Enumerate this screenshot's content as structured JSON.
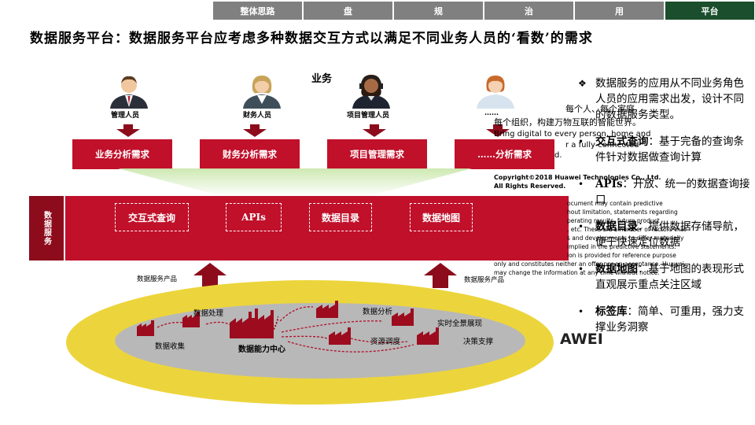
{
  "nav": {
    "tabs": [
      {
        "label": "整体思路",
        "active": false
      },
      {
        "label": "盘",
        "active": false
      },
      {
        "label": "规",
        "active": false
      },
      {
        "label": "治",
        "active": false
      },
      {
        "label": "用",
        "active": false
      },
      {
        "label": "平台",
        "active": true
      }
    ]
  },
  "title": "数据服务平台：数据服务平台应考虑多种数据交互方式以满足不同业务人员的‘看数’的需求",
  "business": {
    "title": "业务",
    "roles": [
      "管理人员",
      "财务人员",
      "项目管理人员",
      "……"
    ],
    "needs": [
      "业务分析需求",
      "财务分析需求",
      "项目管理需求",
      "……分析需求"
    ]
  },
  "service_layer": {
    "side_label": "数据服务",
    "services": [
      "交互式查询",
      "APIs",
      "数据目录",
      "数据地图"
    ],
    "product_label_left": "数据服务产品",
    "product_label_right": "数据服务产品"
  },
  "ecosystem": {
    "center": "数据能力中心",
    "nodes": [
      "数据处理",
      "数据收集",
      "数据分析",
      "实时全景展现",
      "资源调度",
      "决策支撑"
    ]
  },
  "overlay_text": {
    "line1": "每个人、每个家庭",
    "line2": "每个组织，构建万物互联的智能世界。",
    "line3": "Bring digital to every person, home and",
    "line4": "r a fully connected",
    "line5": "d.",
    "copyright1": "Copyright©2018 Huawei Technologies Co., Ltd.",
    "copyright2": "All Rights Reserved.",
    "disc1": "ocument may contain predictive",
    "disc2": "hout limitation, statements regarding",
    "disc3": "perating results, future product",
    "disc4": ", etc. There are a number of factors that",
    "disc5": "s and developments to differ materially",
    "disc6": "implied in the predictive statements.",
    "disc7": "ion is provided for reference purpose",
    "disc8": "only and constitutes neither an offer nor an acceptance. Huawei",
    "disc9": "may change the information at any time without notice.",
    "logo": "AWEI"
  },
  "bullets": [
    {
      "marker": "❖",
      "bold": "",
      "text": "数据服务的应用从不同业务角色人员的应用需求出发，设计不同的数据服务类型。"
    },
    {
      "marker": "•",
      "bold": "交互式查询",
      "text": "：基于完备的查询条件针对数据做查询计算"
    },
    {
      "marker": "•",
      "bold": "APIs",
      "text": "：开放、统一的数据查询接口"
    },
    {
      "marker": "•",
      "bold": "数据目录",
      "text": "：提供数据存储导航，便于快速定位数据"
    },
    {
      "marker": "•",
      "bold": "数据地图",
      "text": "：基于地图的表现形式直观展示重点关注区域"
    },
    {
      "marker": "•",
      "bold": "标签库",
      "text": "：简单、可重用，强力支撑业务洞察"
    }
  ],
  "colors": {
    "accent_red": "#c0102a",
    "dark_red": "#8c0c1c",
    "nav_gray": "#808080",
    "nav_active": "#1b4e2c",
    "yellow": "#ecd53c",
    "gray": "#b8b8b8"
  }
}
